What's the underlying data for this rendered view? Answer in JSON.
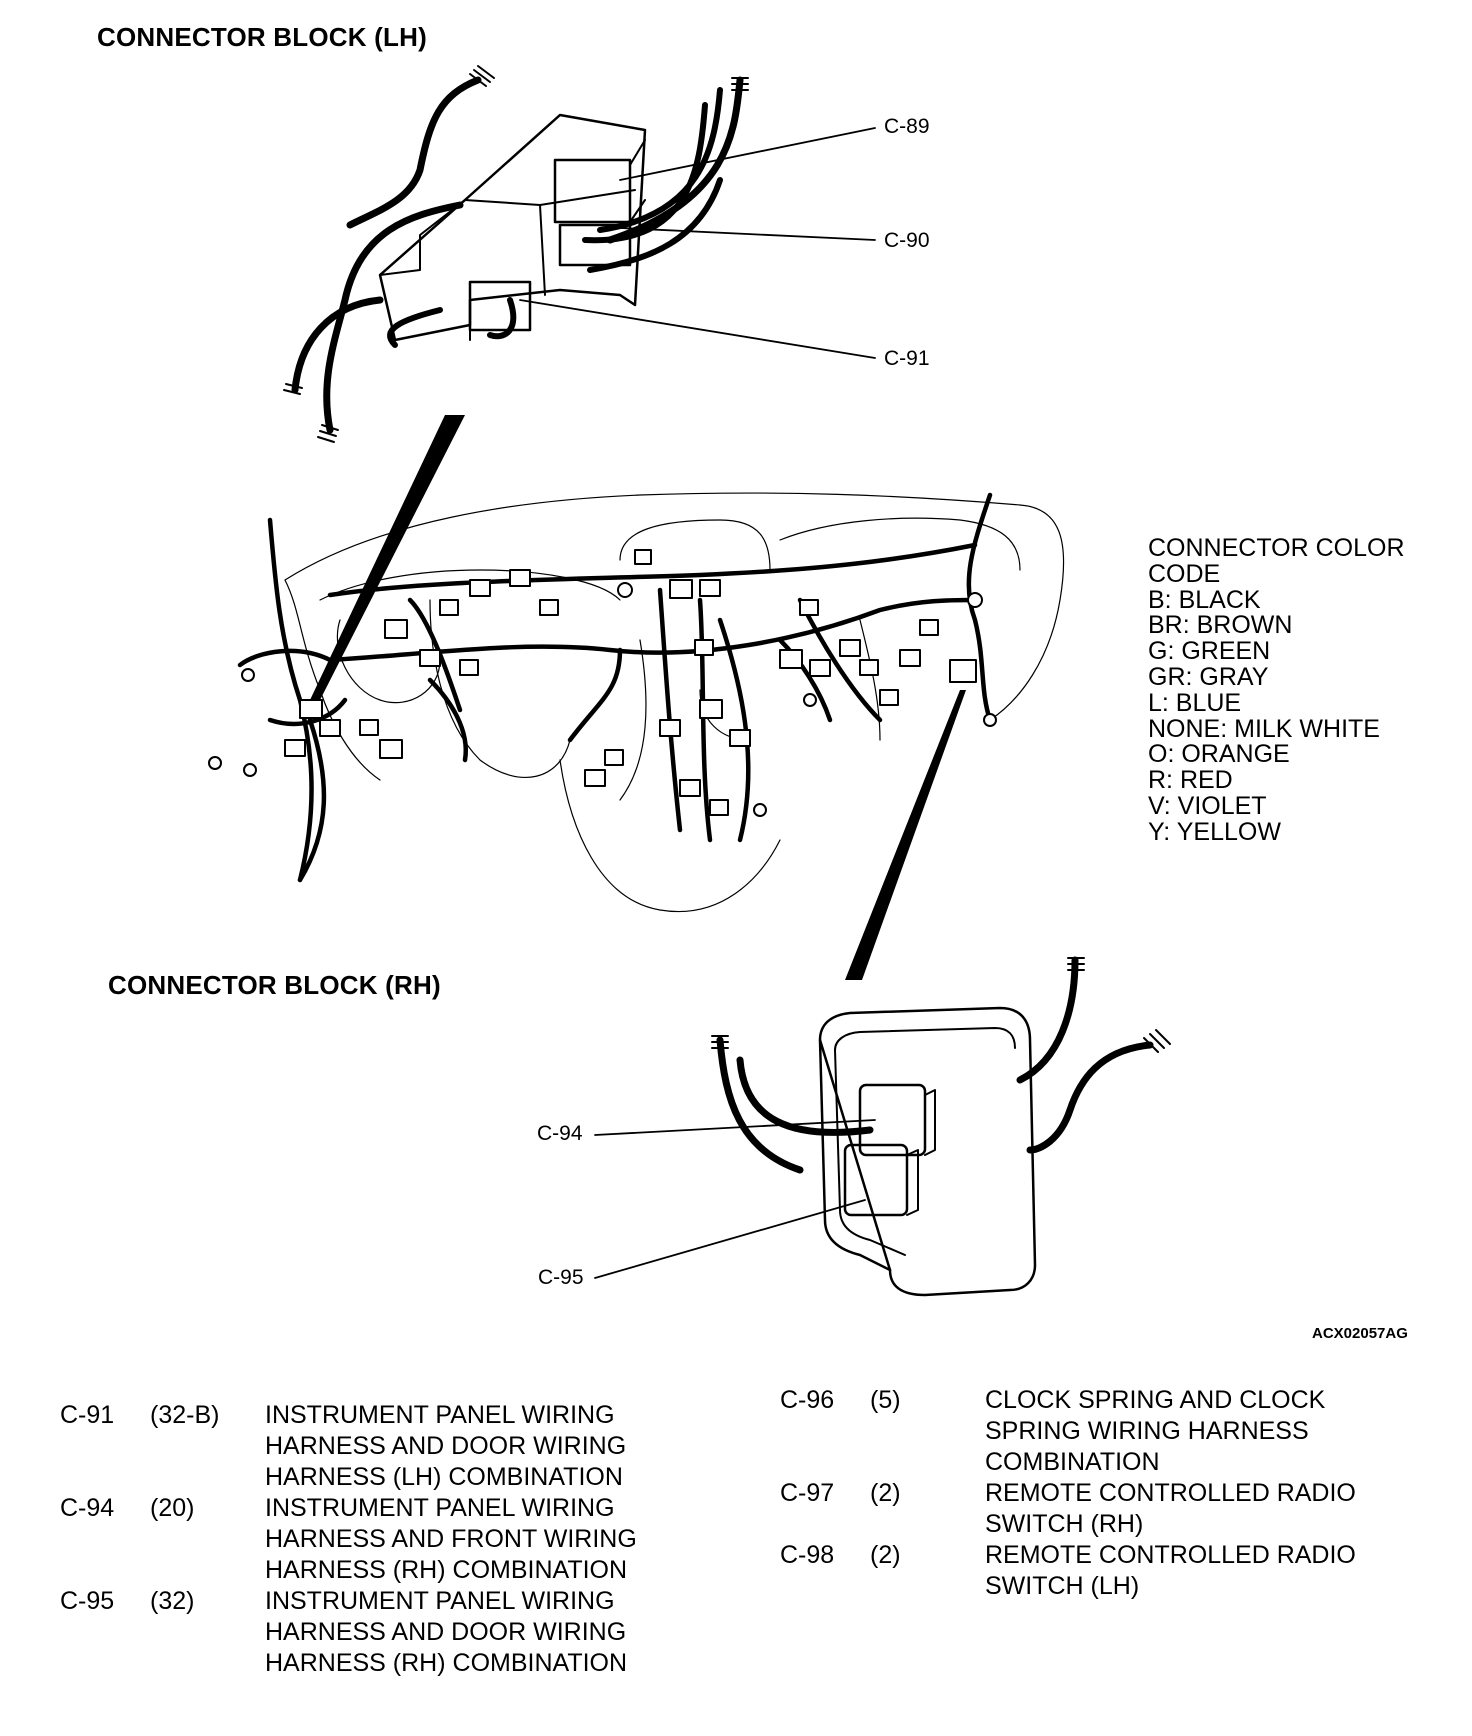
{
  "headings": {
    "lh": "CONNECTOR BLOCK (LH)",
    "rh": "CONNECTOR BLOCK (RH)"
  },
  "callouts": {
    "c89": "C-89",
    "c90": "C-90",
    "c91": "C-91",
    "c94": "C-94",
    "c95": "C-95"
  },
  "color_code": {
    "title_line1": "CONNECTOR COLOR",
    "title_line2": "CODE",
    "items": [
      "B: BLACK",
      "BR: BROWN",
      "G: GREEN",
      "GR: GRAY",
      "L: BLUE",
      "NONE: MILK WHITE",
      "O: ORANGE",
      "R: RED",
      "V: VIOLET",
      "Y: YELLOW"
    ]
  },
  "figure_code": "ACX02057AG",
  "connectors_left": [
    {
      "id": "C-91",
      "pins": "(32-B)",
      "desc": "INSTRUMENT PANEL WIRING\nHARNESS AND DOOR WIRING\nHARNESS (LH) COMBINATION"
    },
    {
      "id": "C-94",
      "pins": "(20)",
      "desc": "INSTRUMENT PANEL WIRING\nHARNESS AND FRONT WIRING\nHARNESS (RH) COMBINATION"
    },
    {
      "id": "C-95",
      "pins": "(32)",
      "desc": "INSTRUMENT PANEL WIRING\nHARNESS AND DOOR WIRING\nHARNESS (RH) COMBINATION"
    }
  ],
  "connectors_right": [
    {
      "id": "C-96",
      "pins": "(5)",
      "desc": "CLOCK SPRING AND CLOCK\nSPRING WIRING HARNESS\nCOMBINATION"
    },
    {
      "id": "C-97",
      "pins": "(2)",
      "desc": "REMOTE CONTROLLED RADIO\nSWITCH (RH)"
    },
    {
      "id": "C-98",
      "pins": "(2)",
      "desc": "REMOTE CONTROLLED RADIO\nSWITCH (LH)"
    }
  ]
}
